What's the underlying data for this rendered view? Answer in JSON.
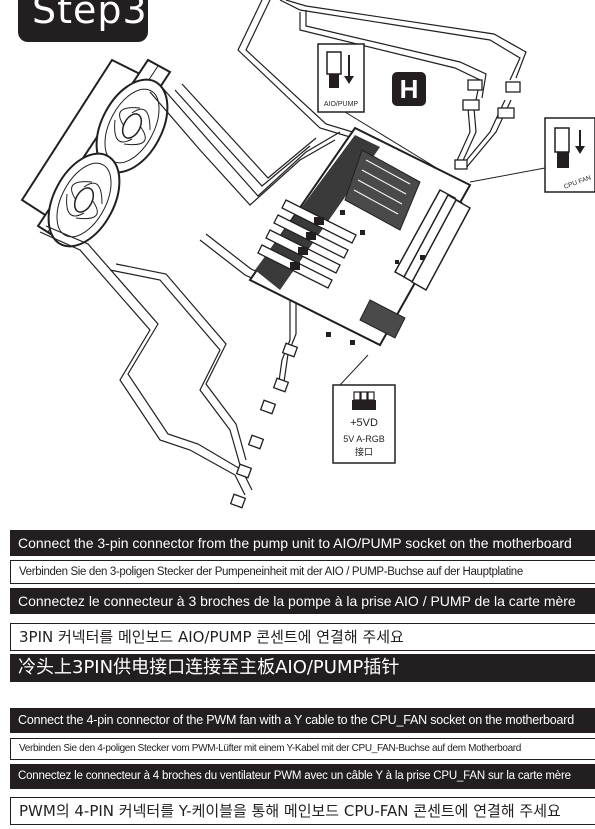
{
  "step": {
    "title": "Step3"
  },
  "callouts": {
    "aio_pump": "AIO/PUMP",
    "cpu_fan": "CPU FAN",
    "h_marker": "H",
    "argb_voltage": "+5VD",
    "argb_line1": "5V A-RGB",
    "argb_line2": "接口"
  },
  "instructions_pump": {
    "en": "Connect the 3-pin connector from the pump unit to AIO/PUMP socket on the motherboard",
    "de": "Verbinden Sie den 3-poligen Stecker der Pumpeneinheit mit der AIO / PUMP-Buchse auf der Hauptplatine",
    "fr": "Connectez le connecteur à 3 broches de la pompe à la prise AIO / PUMP de la carte mère",
    "ko": "3PIN 커넥터를 메인보드 AIO/PUMP 콘센트에 연결해 주세요",
    "zh": "冷头上3PIN供电接口连接至主板AIO/PUMP插针"
  },
  "instructions_fan": {
    "en": "Connect the 4-pin connector of the PWM fan with a Y cable to the CPU_FAN socket on the motherboard",
    "de": "Verbinden Sie den 4-poligen Stecker vom PWM-Lüfter mit einem Y-Kabel mit der CPU_FAN-Buchse auf dem Motherboard",
    "fr": "Connectez le connecteur à 4 broches du ventilateur PWM avec un câble Y à la prise CPU_FAN sur la carte mère",
    "ko": "PWM의 4-PIN 커넥터를 Y-케이블을 통해 메인보드 CPU-FAN 콘센트에 연결해 주세요"
  }
}
